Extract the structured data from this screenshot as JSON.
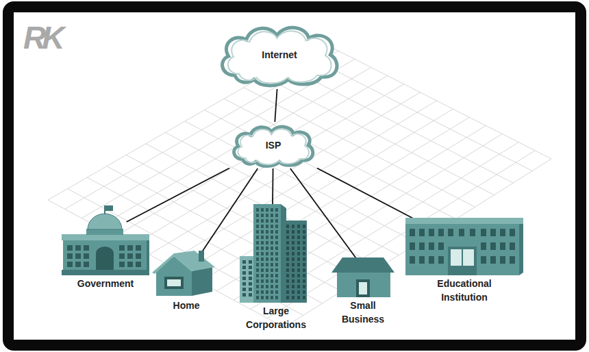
{
  "diagram": {
    "nodes": [
      {
        "text": [
          "Internet"
        ]
      },
      {
        "text": [
          "ISP"
        ]
      },
      {
        "text": [
          "Government"
        ]
      },
      {
        "text": [
          "Home"
        ]
      },
      {
        "text": [
          "Large Corporations"
        ]
      },
      {
        "text": [
          "Small Business"
        ]
      },
      {
        "text": [
          "Educational Institution"
        ]
      }
    ],
    "edges": [
      {
        "from": 0,
        "to": 1,
        "arrow": "none"
      },
      {
        "from": 1,
        "to": 2,
        "arrow": "none"
      },
      {
        "from": 1,
        "to": 3,
        "arrow": "none"
      },
      {
        "from": 1,
        "to": 4,
        "arrow": "none"
      },
      {
        "from": 1,
        "to": 5,
        "arrow": "none"
      },
      {
        "from": 1,
        "to": 6,
        "arrow": "none"
      }
    ],
    "labels": [
      "RK"
    ]
  }
}
